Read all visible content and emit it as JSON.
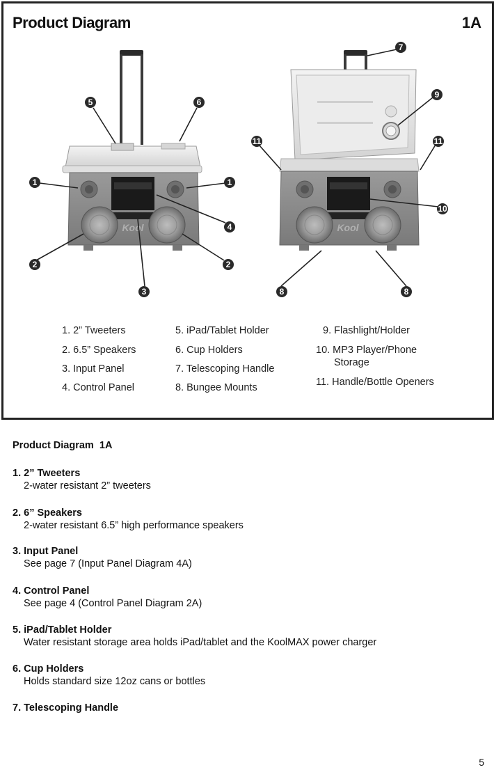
{
  "figure": {
    "title": "Product Diagram",
    "id": "1A",
    "legend": {
      "col1": [
        "1. 2” Tweeters",
        "2. 6.5” Speakers",
        "3. Input Panel",
        "4. Control Panel"
      ],
      "col2": [
        "5. iPad/Tablet Holder",
        "6. Cup Holders",
        "7. Telescoping Handle",
        "8. Bungee Mounts"
      ],
      "col3": [
        "9. Flashlight/Holder",
        "10. MP3 Player/Phone",
        "Storage",
        "11. Handle/Bottle Openers"
      ]
    },
    "callouts": [
      "1",
      "1",
      "2",
      "2",
      "3",
      "4",
      "5",
      "6",
      "7",
      "8",
      "8",
      "9",
      "10",
      "11",
      "11"
    ],
    "product_logo": "Kool"
  },
  "doc": {
    "heading": "Product Diagram  1A",
    "items": [
      {
        "num": "1.",
        "title": "2” Tweeters",
        "desc": "2-water resistant 2” tweeters"
      },
      {
        "num": "2.",
        "title": "6” Speakers",
        "desc": "2-water resistant 6.5” high performance speakers"
      },
      {
        "num": "3.",
        "title": "Input Panel",
        "desc": "See page 7 (Input Panel Diagram 4A)"
      },
      {
        "num": "4.",
        "title": "Control Panel",
        "desc": "See page 4 (Control Panel Diagram 2A)"
      },
      {
        "num": "5.",
        "title": "iPad/Tablet Holder",
        "desc": "Water resistant storage area holds iPad/tablet and the KoolMAX power charger"
      },
      {
        "num": "6.",
        "title": "Cup Holders",
        "desc": "Holds standard size 12oz cans or bottles"
      },
      {
        "num": "7.",
        "title": "Telescoping Handle",
        "desc": ""
      }
    ]
  },
  "page_number": "5",
  "colors": {
    "frame": "#222222",
    "lid": "#e6e6e6",
    "body": "#8c8c8c",
    "panel": "#1a1a1a",
    "callout": "#2a2a2a"
  }
}
